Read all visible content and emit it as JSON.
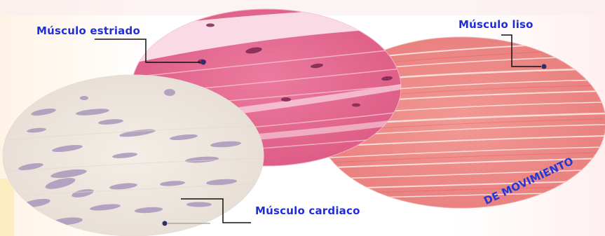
{
  "labels": {
    "striated": "Músculo estriado",
    "smooth": "Músculo liso",
    "cardiac": "Músculo cardiaco"
  },
  "caption": "DE MOVIMIENTO",
  "colors": {
    "label_text": "#1f2fd8",
    "pointer": "#111111",
    "striated_tissue": "#e56a90",
    "smooth_tissue": "#ee8a86",
    "cardiac_tissue": "#efe8de",
    "cardiac_nuclei": "#a691b8",
    "striated_nuclei": "#8a2a5c"
  }
}
